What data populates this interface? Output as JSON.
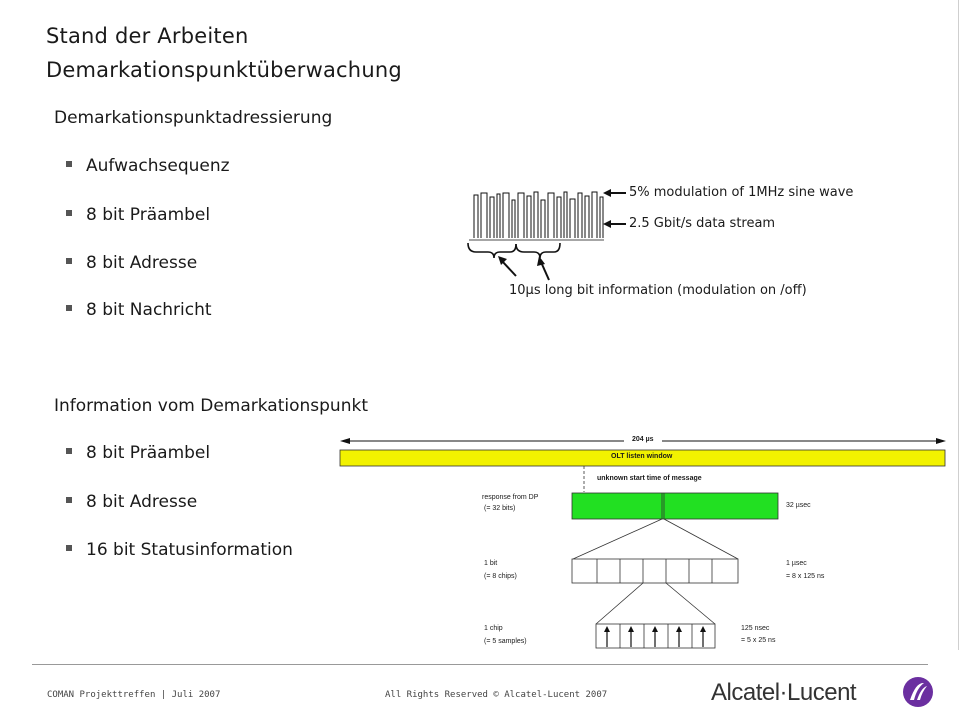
{
  "slide": {
    "title_line1": "Stand der Arbeiten",
    "title_line2": "Demarkationspunktüberwachung"
  },
  "section1": {
    "heading": "Demarkationspunktadressierung",
    "bullets": [
      "Aufwachsequenz",
      "8 bit Präambel",
      "8 bit Adresse",
      "8 bit Nachricht"
    ]
  },
  "section2": {
    "heading": "Information vom Demarkationspunkt",
    "bullets": [
      "8 bit Präambel",
      "8 bit Adresse",
      "16 bit Statusinformation"
    ]
  },
  "diagram1": {
    "label_modulation": "5% modulation of 1MHz sine wave",
    "label_stream": "2.5 Gbit/s data stream",
    "label_bitinfo": "10µs long bit information (modulation on /off)"
  },
  "diagram2": {
    "duration": "204 µs",
    "window_label": "OLT listen window",
    "unknown_start": "unknown start time of message",
    "response_label": "response from DP",
    "response_bits": "(= 32 bits)",
    "response_time": "32 µsec",
    "bit_label": "1 bit",
    "bit_chips": "(= 8 chips)",
    "bit_time": "1 µsec",
    "bit_calc": "= 8 x 125 ns",
    "chip_label": "1 chip",
    "chip_samples": "(= 5 samples)",
    "chip_time": "125 nsec",
    "chip_calc": "= 5 x 25 ns",
    "window_color": "#f2f200",
    "response_color": "#22e022"
  },
  "footer": {
    "left": "COMAN Projekttreffen | Juli 2007",
    "center": "All Rights Reserved © Alcatel-Lucent 2007",
    "logo": "Alcatel·Lucent"
  }
}
